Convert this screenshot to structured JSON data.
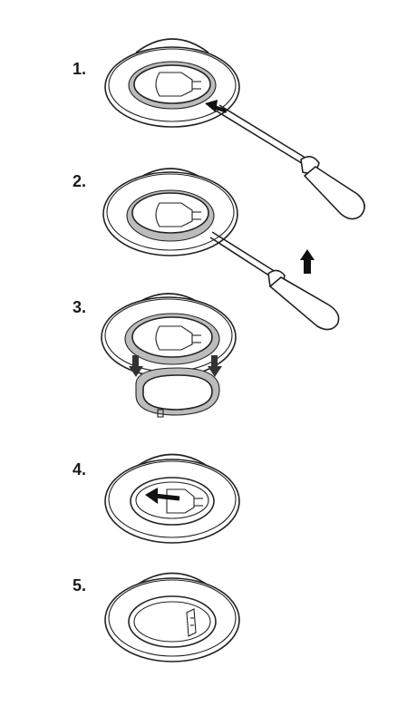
{
  "steps": [
    {
      "label": "1."
    },
    {
      "label": "2."
    },
    {
      "label": "3."
    },
    {
      "label": "4."
    },
    {
      "label": "5."
    }
  ],
  "colors": {
    "line": "#222222",
    "ring_fill": "#bcbcbc",
    "arrow": "#111111",
    "background": "#ffffff"
  }
}
